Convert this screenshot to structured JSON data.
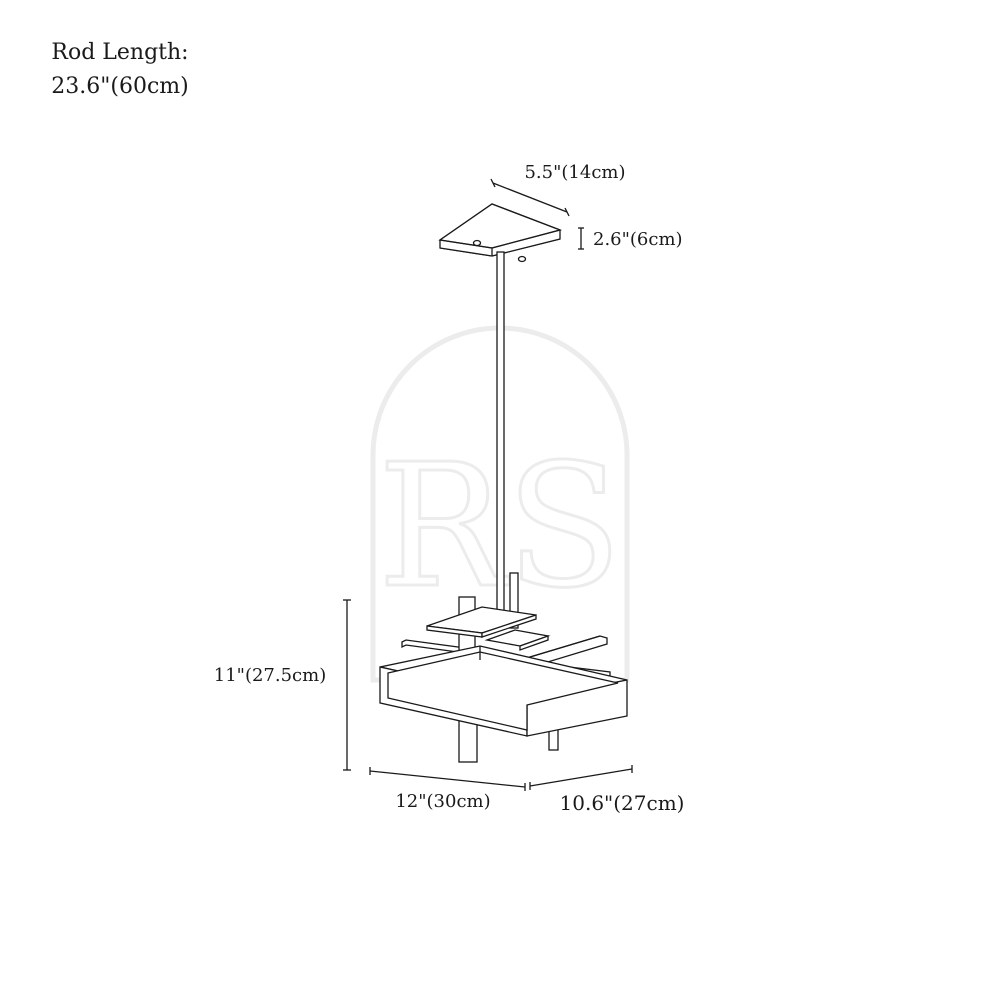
{
  "rod_length": {
    "label": "Rod Length:",
    "value": "23.6\"(60cm)"
  },
  "dimensions": {
    "canopy_width": "5.5\"(14cm)",
    "canopy_height": "2.6\"(6cm)",
    "fixture_height": "11\"(27.5cm)",
    "fixture_length": "12\"(30cm)",
    "fixture_depth": "10.6\"(27cm)"
  },
  "watermark": {
    "text": "RS"
  }
}
